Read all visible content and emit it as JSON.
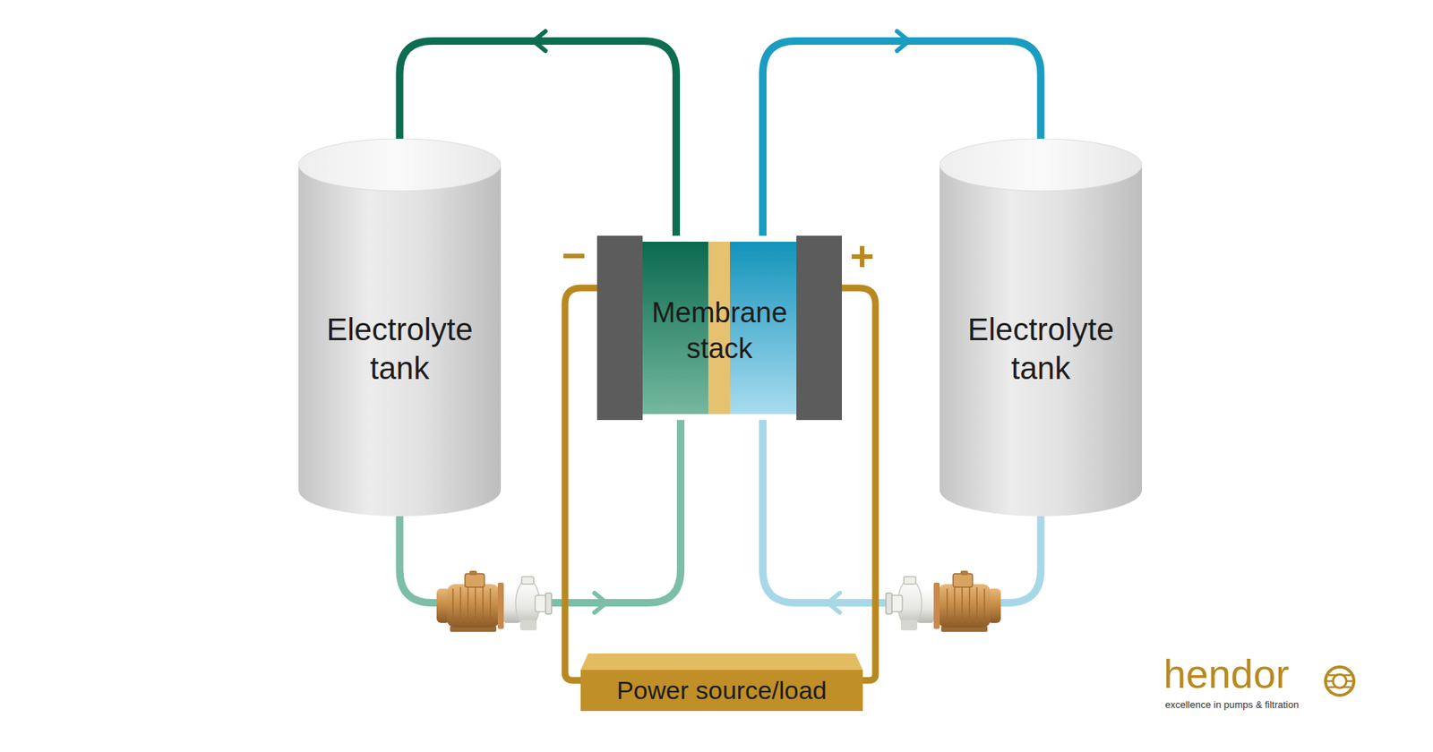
{
  "diagram": {
    "nodes": [
      {
        "text": [
          "Electrolyte tank"
        ]
      },
      {
        "text": [
          "Membrane stack"
        ]
      },
      {
        "text": [
          "Electrolyte tank"
        ]
      },
      {
        "text": [
          "Power source/load"
        ]
      }
    ],
    "edges": [
      {
        "from": 0,
        "to": 1,
        "arrow": "to"
      },
      {
        "from": 1,
        "to": 0,
        "arrow": "to"
      },
      {
        "from": 1,
        "to": 2,
        "arrow": "to"
      },
      {
        "from": 2,
        "to": 1,
        "arrow": "to"
      },
      {
        "from": 1,
        "to": 3,
        "arrow": "none"
      },
      {
        "from": 1,
        "to": 3,
        "arrow": "none"
      }
    ],
    "labels": [
      "−",
      "+",
      "hendor",
      "excellence in pumps & filtration"
    ]
  }
}
